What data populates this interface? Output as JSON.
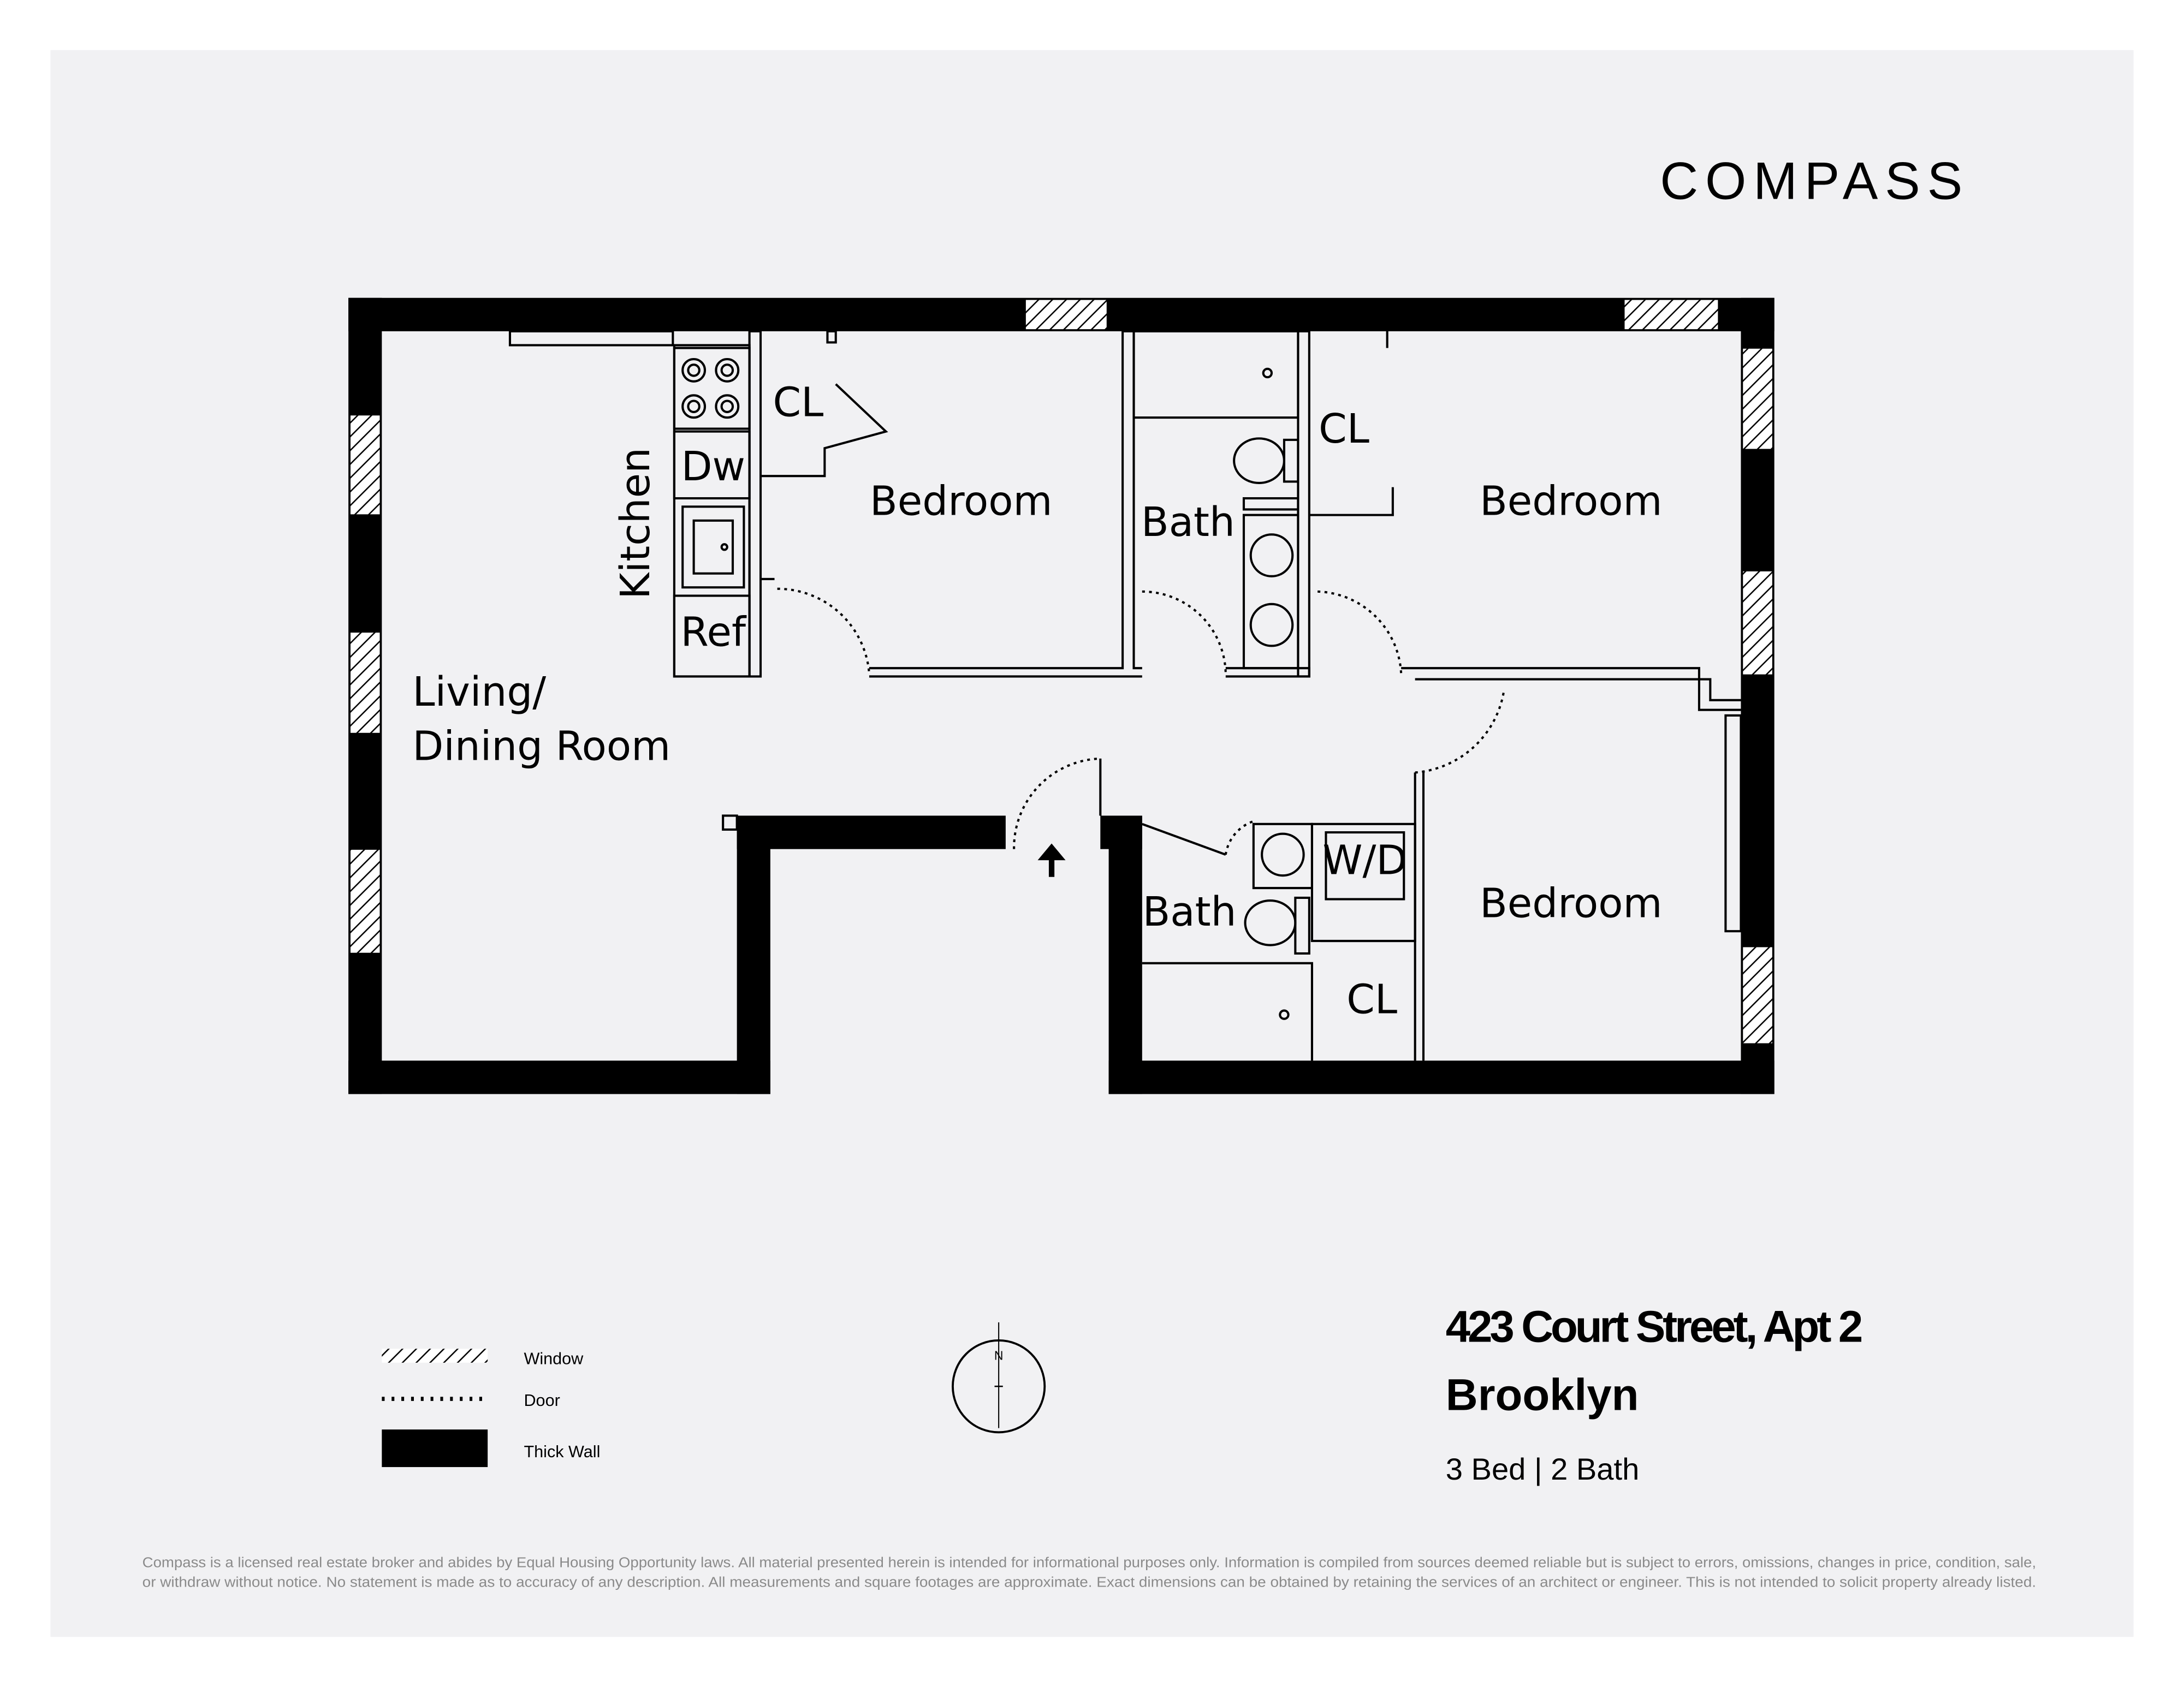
{
  "brand": {
    "logo_text": "COMPASS"
  },
  "rooms": {
    "kitchen": "Kitchen",
    "dishwasher": "Dw",
    "refrigerator": "Ref",
    "closet_1": "CL",
    "bedroom_1": "Bedroom",
    "bath_1": "Bath",
    "closet_2": "CL",
    "bedroom_2": "Bedroom",
    "living_line1": "Living/",
    "living_line2": "Dining Room",
    "bath_2": "Bath",
    "washer_dryer": "W/D",
    "bedroom_3": "Bedroom",
    "closet_3": "CL"
  },
  "legend": {
    "window": "Window",
    "door": "Door",
    "thick_wall": "Thick Wall"
  },
  "compass_rose": {
    "north": "N"
  },
  "listing": {
    "address": "423 Court Street, Apt 2",
    "city": "Brooklyn",
    "summary": "3 Bed | 2 Bath"
  },
  "disclaimer": {
    "line1": "Compass is a licensed real estate broker and abides by Equal Housing Opportunity laws. All material presented herein is intended for informational purposes only. Information is compiled from sources deemed reliable but is subject to errors, omissions, changes in price, condition, sale,",
    "line2": "or withdraw without notice. No statement is made as to accuracy of any description. All measurements and square footages are approximate. Exact dimensions can be obtained by retaining the services of an architect or engineer. This is not intended to solicit property already listed."
  },
  "colors": {
    "panel": "#f1f1f3",
    "ink": "#000000",
    "disclaimer": "#8a8a8a"
  }
}
